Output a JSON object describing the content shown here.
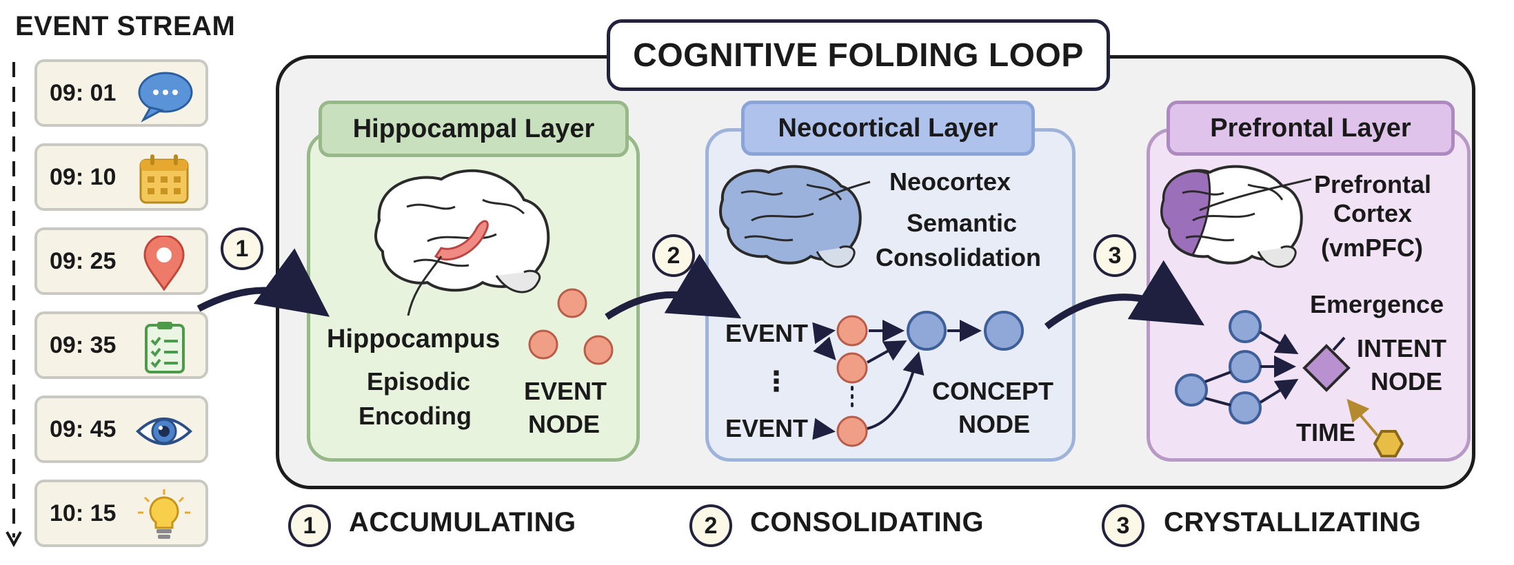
{
  "event_stream": {
    "title": "EVENT STREAM",
    "events": [
      {
        "time": "09: 01",
        "icon": "speech-bubble-icon"
      },
      {
        "time": "09: 10",
        "icon": "calendar-icon"
      },
      {
        "time": "09: 25",
        "icon": "map-pin-icon"
      },
      {
        "time": "09: 35",
        "icon": "checklist-icon"
      },
      {
        "time": "09: 45",
        "icon": "eye-icon"
      },
      {
        "time": "10: 15",
        "icon": "lightbulb-icon"
      }
    ]
  },
  "loop": {
    "title": "COGNITIVE FOLDING LOOP",
    "hippocampal": {
      "title": "Hippocampal Layer",
      "region": "Hippocampus",
      "process_line1": "Episodic",
      "process_line2": "Encoding",
      "node_line1": "EVENT",
      "node_line2": "NODE"
    },
    "neocortical": {
      "title": "Neocortical Layer",
      "region": "Neocortex",
      "process_line1": "Semantic",
      "process_line2": "Consolidation",
      "event_label_top": "EVENT",
      "ellipsis": "⋮",
      "event_label_bottom": "EVENT",
      "node_line1": "CONCEPT",
      "node_line2": "NODE"
    },
    "prefrontal": {
      "title": "Prefrontal Layer",
      "region_line1": "Prefrontal",
      "region_line2": "Cortex",
      "region_line3": "(vmPFC)",
      "emergence": "Emergence",
      "node_line1": "INTENT",
      "node_line2": "NODE",
      "time_label": "TIME"
    }
  },
  "stages": [
    {
      "number": "1",
      "label": "ACCUMULATING"
    },
    {
      "number": "2",
      "label": "CONSOLIDATING"
    },
    {
      "number": "3",
      "label": "CRYSTALLIZATING"
    }
  ],
  "colors": {
    "event_node": "#f09e86",
    "concept_node": "#8fa8d8",
    "intent_node": "#b991d0",
    "time_node": "#e8bd45",
    "arrow": "#1f2040",
    "hippocampal_fill": "#e8f3dd",
    "neocortical_fill": "#e8ecf7",
    "prefrontal_fill": "#f1e3f5"
  }
}
